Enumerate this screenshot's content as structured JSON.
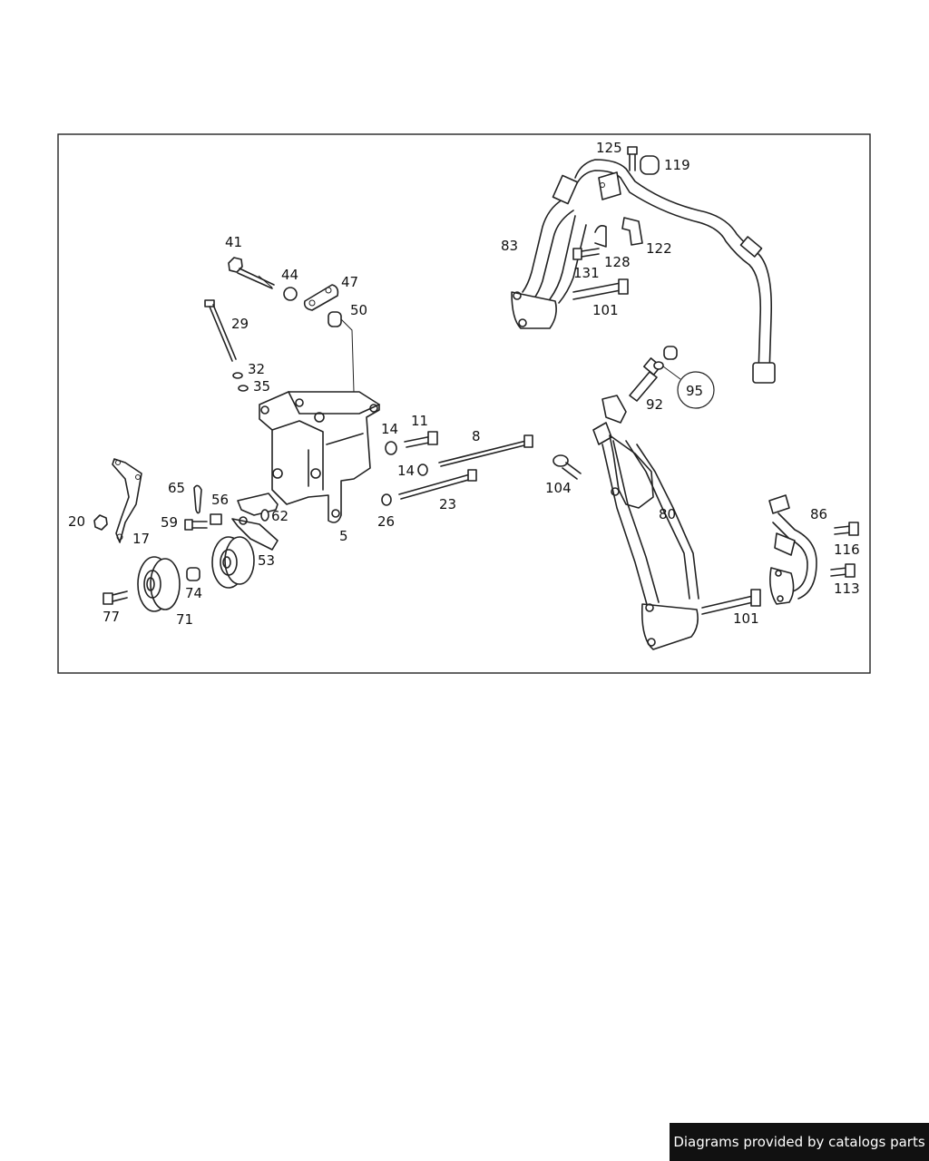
{
  "credit": "Diagrams provided by catalogs parts",
  "callouts": {
    "p5": "5",
    "p8": "8",
    "p11": "11",
    "p14a": "14",
    "p14b": "14",
    "p17": "17",
    "p20": "20",
    "p23": "23",
    "p26": "26",
    "p29": "29",
    "p32": "32",
    "p35": "35",
    "p41": "41",
    "p44": "44",
    "p47": "47",
    "p50": "50",
    "p53": "53",
    "p56": "56",
    "p59": "59",
    "p62": "62",
    "p65": "65",
    "p71": "71",
    "p74": "74",
    "p77": "77",
    "p80": "80",
    "p83": "83",
    "p86": "86",
    "p92": "92",
    "p95": "95",
    "p101a": "101",
    "p101b": "101",
    "p104": "104",
    "p113": "113",
    "p116": "116",
    "p119": "119",
    "p122": "122",
    "p125": "125",
    "p128": "128",
    "p131": "131"
  }
}
